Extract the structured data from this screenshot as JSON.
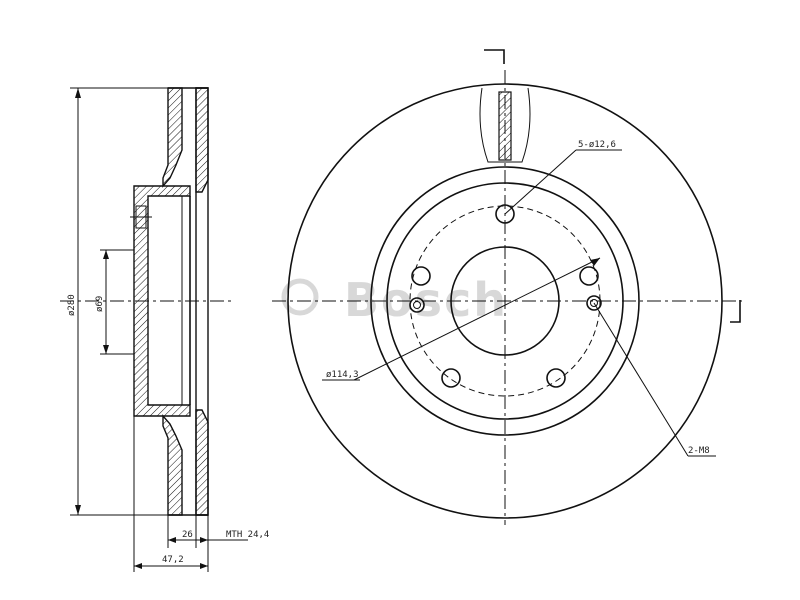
{
  "watermark": {
    "brand": "Bosch"
  },
  "dimensions": {
    "outer_diameter": "ø280",
    "hub_bore": "ø69",
    "bolt_circle": "ø114,3",
    "bolt_holes": "5-ø12,6",
    "threaded_holes": "2-M8",
    "hub_height": "26",
    "overall_height": "47,2",
    "min_thickness": "MTH 24,4"
  }
}
